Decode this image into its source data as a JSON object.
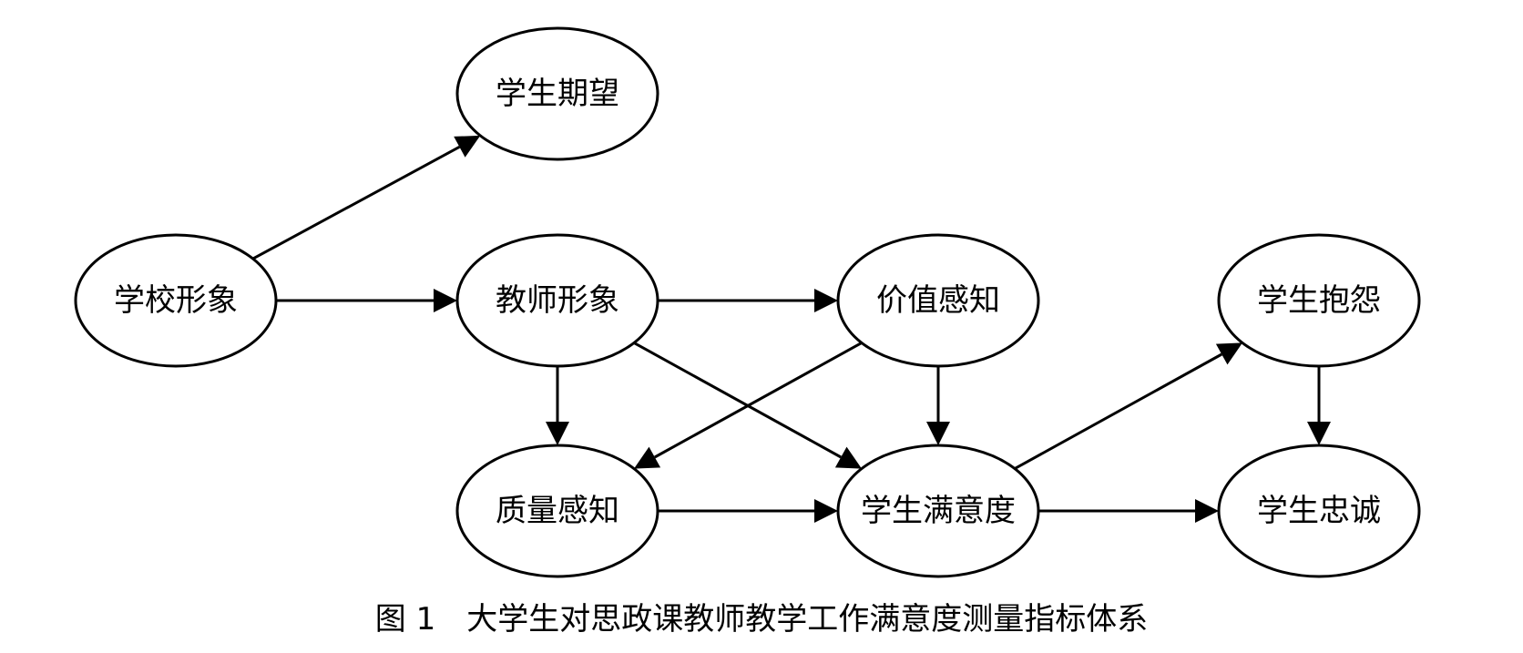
{
  "nodes": [
    {
      "id": "school-image",
      "label": "学校形象"
    },
    {
      "id": "student-expectation",
      "label": "学生期望"
    },
    {
      "id": "teacher-image",
      "label": "教师形象"
    },
    {
      "id": "value-perception",
      "label": "价值感知"
    },
    {
      "id": "student-complaint",
      "label": "学生抱怨"
    },
    {
      "id": "quality-perception",
      "label": "质量感知"
    },
    {
      "id": "student-satisfaction",
      "label": "学生满意度"
    },
    {
      "id": "student-loyalty",
      "label": "学生忠诚"
    }
  ],
  "edges": [
    {
      "from": "school-image",
      "to": "student-expectation"
    },
    {
      "from": "school-image",
      "to": "teacher-image"
    },
    {
      "from": "teacher-image",
      "to": "value-perception"
    },
    {
      "from": "teacher-image",
      "to": "quality-perception"
    },
    {
      "from": "teacher-image",
      "to": "student-satisfaction"
    },
    {
      "from": "value-perception",
      "to": "quality-perception"
    },
    {
      "from": "value-perception",
      "to": "student-satisfaction"
    },
    {
      "from": "quality-perception",
      "to": "student-satisfaction"
    },
    {
      "from": "student-satisfaction",
      "to": "student-complaint"
    },
    {
      "from": "student-satisfaction",
      "to": "student-loyalty"
    },
    {
      "from": "student-complaint",
      "to": "student-loyalty"
    }
  ],
  "caption": "图 1　大学生对思政课教师教学工作满意度测量指标体系",
  "colors": {
    "stroke": "#000000",
    "fill": "#ffffff"
  }
}
